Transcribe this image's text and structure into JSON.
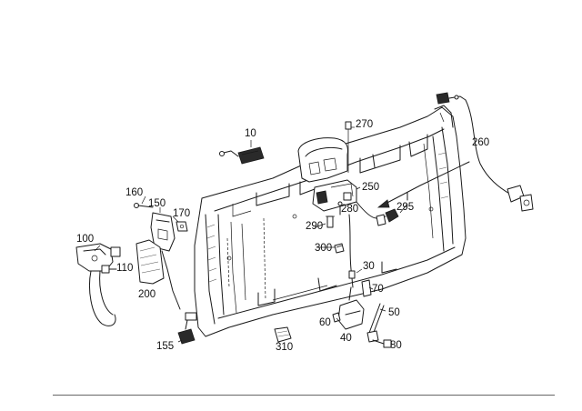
{
  "diagram": {
    "parts": [
      {
        "id": "p10",
        "label": "10"
      },
      {
        "id": "p30",
        "label": "30"
      },
      {
        "id": "p40",
        "label": "40"
      },
      {
        "id": "p50",
        "label": "50"
      },
      {
        "id": "p60",
        "label": "60"
      },
      {
        "id": "p70",
        "label": "70"
      },
      {
        "id": "p80",
        "label": "80"
      },
      {
        "id": "p100",
        "label": "100"
      },
      {
        "id": "p110",
        "label": "110"
      },
      {
        "id": "p150",
        "label": "150"
      },
      {
        "id": "p155",
        "label": "155"
      },
      {
        "id": "p160",
        "label": "160"
      },
      {
        "id": "p170",
        "label": "170"
      },
      {
        "id": "p200",
        "label": "200"
      },
      {
        "id": "p250",
        "label": "250"
      },
      {
        "id": "p260",
        "label": "260"
      },
      {
        "id": "p270",
        "label": "270"
      },
      {
        "id": "p280",
        "label": "280"
      },
      {
        "id": "p290",
        "label": "290"
      },
      {
        "id": "p295",
        "label": "295"
      },
      {
        "id": "p300",
        "label": "300"
      },
      {
        "id": "p310",
        "label": "310"
      }
    ]
  }
}
